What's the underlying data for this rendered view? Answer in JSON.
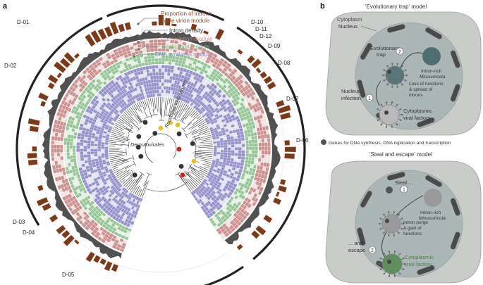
{
  "panel_a": {
    "letter": "a",
    "legend": {
      "prop_introns_line1": "Proportion of introns",
      "prop_introns_line2": "in the virion module",
      "intron_density": "Intron density",
      "transcription": "Transcription module",
      "replication": "Replication module",
      "dna_synthesis": "DNA synthesis module"
    },
    "clades": [
      "D-01",
      "D-02",
      "D-03",
      "D-04",
      "D-05",
      "D-06",
      "D-07",
      "D-08",
      "D-09",
      "D-10",
      "D-11",
      "D-12"
    ],
    "tree_labels": {
      "root": "Root/other mirusviruses",
      "order": "Demutovirales"
    },
    "colors": {
      "intron_bar": "#7b3b1a",
      "transcription": "#c98b88",
      "replication": "#8fc28f",
      "dna_synthesis": "#8f8cc8",
      "density": "#333333"
    }
  },
  "panel_b": {
    "letter": "b",
    "model1": {
      "title": "'Evolutionary trap' model",
      "cytoplasm": "Cytoplasm",
      "nucleus": "Nucleus",
      "trap_line1": "Evolutionary",
      "trap_line2": "trap",
      "step2": "2",
      "virus_line1": "Intron-rich",
      "virus_line2": "Mirusviricota",
      "loss_line1": "Loss of functions",
      "loss_line2": "& spread of",
      "loss_line3": "introns",
      "infection_line1": "Nucleus",
      "infection_line2": "infection",
      "step1": "1",
      "factory_line1": "Cytoplasmic",
      "factory_line2": "viral factory"
    },
    "genes_note": "Genes for DNA synthesis, DNA replication and transcription",
    "model2": {
      "title": "'Steal and escape' model",
      "steal": "Steal ...",
      "step1": "1",
      "virus_line1": "Intron-rich",
      "virus_line2": "Minusviricota",
      "purge_line1": "Intron purge",
      "purge_line2": "& gain of",
      "purge_line3": "functions",
      "escape_line1": "... and",
      "escape_line2": "escape",
      "step2": "2",
      "factory_line1": "Cytoplasmic",
      "factory_line2": "viral factory"
    }
  }
}
